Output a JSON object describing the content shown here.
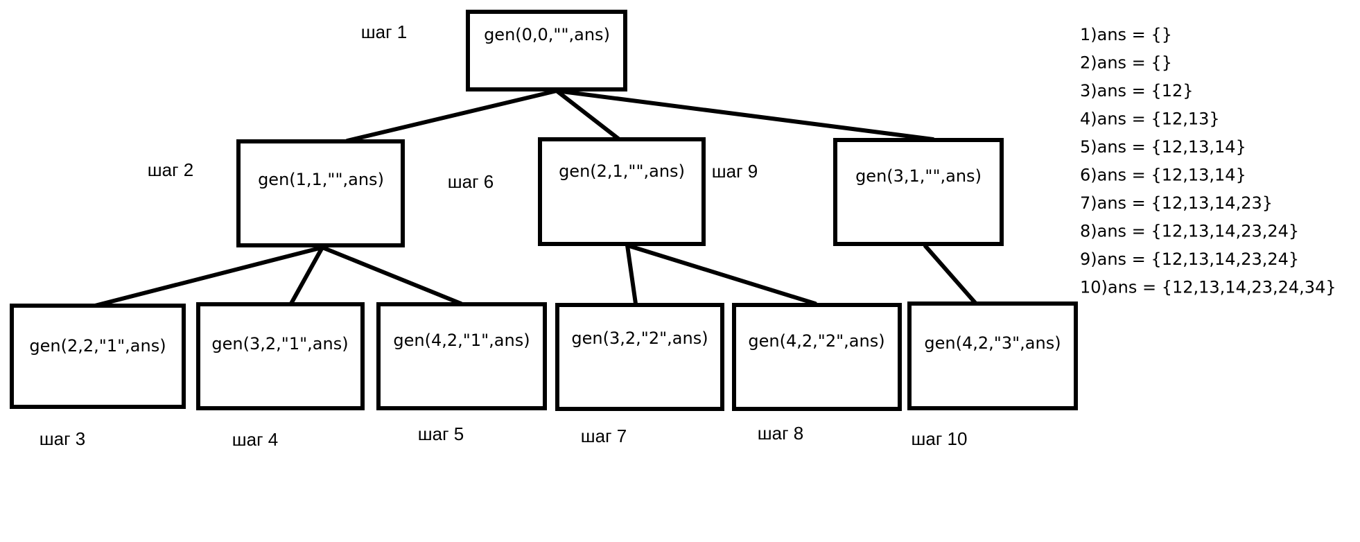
{
  "tree": {
    "nodes": [
      {
        "id": "n0",
        "label": "gen(0,0,\"\",ans)",
        "step": "шаг 1"
      },
      {
        "id": "n1",
        "label": "gen(1,1,\"\",ans)",
        "step": "шаг 2"
      },
      {
        "id": "n2",
        "label": "gen(2,1,\"\",ans)",
        "step": "шаг 6"
      },
      {
        "id": "n3",
        "label": "gen(3,1,\"\",ans)",
        "step": "шаг 9"
      },
      {
        "id": "n4",
        "label": "gen(2,2,\"1\",ans)",
        "step": "шаг 3"
      },
      {
        "id": "n5",
        "label": "gen(3,2,\"1\",ans)",
        "step": "шаг 4"
      },
      {
        "id": "n6",
        "label": "gen(4,2,\"1\",ans)",
        "step": "шаг 5"
      },
      {
        "id": "n7",
        "label": "gen(3,2,\"2\",ans)",
        "step": "шаг 7"
      },
      {
        "id": "n8",
        "label": "gen(4,2,\"2\",ans)",
        "step": "шаг 8"
      },
      {
        "id": "n9",
        "label": "gen(4,2,\"3\",ans)",
        "step": "шаг 10"
      }
    ],
    "edges": [
      [
        "n0",
        "n1"
      ],
      [
        "n0",
        "n2"
      ],
      [
        "n0",
        "n3"
      ],
      [
        "n1",
        "n4"
      ],
      [
        "n1",
        "n5"
      ],
      [
        "n1",
        "n6"
      ],
      [
        "n2",
        "n7"
      ],
      [
        "n2",
        "n8"
      ],
      [
        "n3",
        "n9"
      ]
    ]
  },
  "ans_log": [
    "1)ans = {}",
    "2)ans = {}",
    "3)ans = {12}",
    "4)ans = {12,13}",
    "5)ans = {12,13,14}",
    "6)ans = {12,13,14}",
    "7)ans = {12,13,14,23}",
    "8)ans = {12,13,14,23,24}",
    "9)ans = {12,13,14,23,24}",
    "10)ans = {12,13,14,23,24,34}"
  ]
}
